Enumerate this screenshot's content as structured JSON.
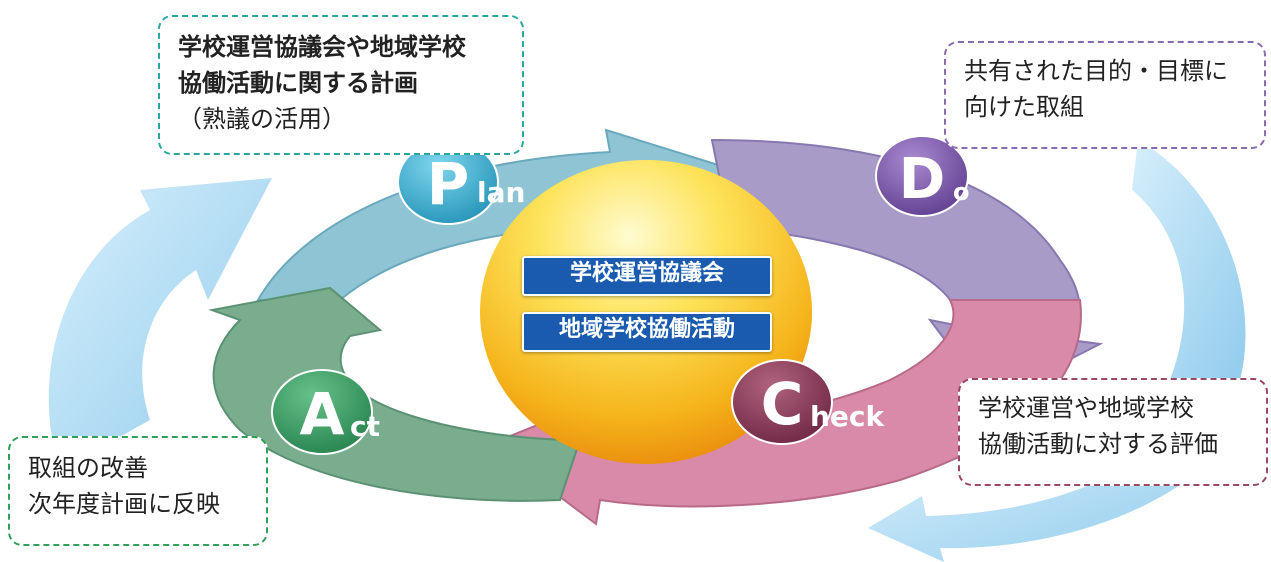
{
  "diagram": {
    "phases": {
      "plan": {
        "initial": "P",
        "rest": "lan",
        "color": "#8fc4d4"
      },
      "do": {
        "initial": "D",
        "rest": "o",
        "color": "#a89bc8"
      },
      "check": {
        "initial": "C",
        "rest": "heck",
        "color": "#d98aa8"
      },
      "act": {
        "initial": "A",
        "rest": "ct",
        "color": "#79ad8e"
      }
    },
    "center": {
      "label_1": "学校運営協議会",
      "label_2": "地域学校協働活動",
      "label_color": "#1a5bb0"
    },
    "callouts": {
      "plan": {
        "line_1": "学校運営協議会や地域学校",
        "line_2": "協働活動に関する計画",
        "line_3": "（熟議の活用）"
      },
      "do": {
        "line_1": "共有された目的・目標に",
        "line_2": "向けた取組"
      },
      "check": {
        "line_1": "学校運営や地域学校",
        "line_2": "協働活動に対する評価"
      },
      "act": {
        "line_1": "取組の改善",
        "line_2": "次年度計画に反映"
      }
    },
    "outer_arrow_color": "#a8d8f0"
  }
}
